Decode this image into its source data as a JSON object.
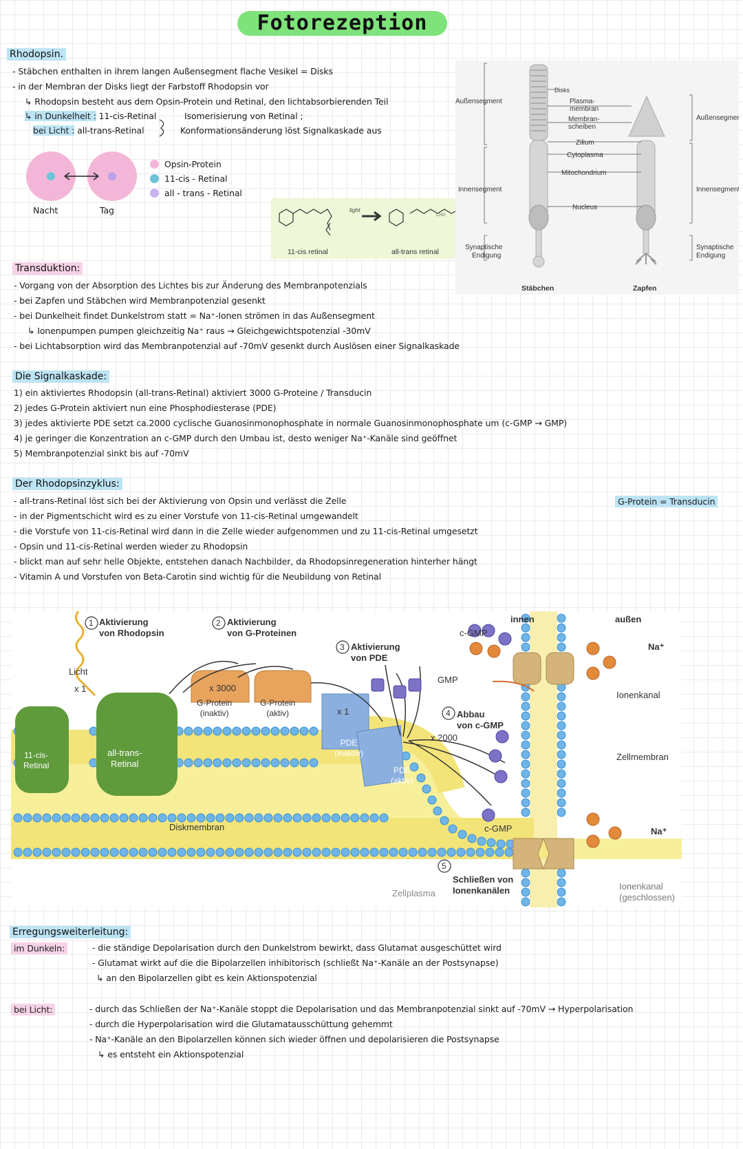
{
  "title": "Fotorezeption",
  "rhodopsin": {
    "heading": "Rhodopsin.",
    "lines": [
      "- Stäbchen enthalten in ihrem langen Außensegment flache Vesikel = Disks",
      "- in der Membran der Disks liegt der Farbstoff Rhodopsin vor",
      "↳ Rhodopsin besteht aus dem Opsin-Protein und Retinal, den lichtabsorbierenden Teil"
    ],
    "dark_label": "↳ in Dunkelheit :",
    "dark_value": "11-cis-Retinal",
    "light_label": "bei Licht :",
    "light_value": "all-trans-Retinal",
    "iso_text": "Isomerisierung von Retinal ;",
    "konf_text": "Konformationsänderung löst Signalkaskade aus",
    "nacht": "Nacht",
    "tag": "Tag",
    "legend": [
      "Opsin-Protein",
      "11-cis - Retinal",
      "all - trans - Retinal"
    ],
    "legend_colors": [
      "#f3b6d8",
      "#6ec3d8",
      "#c9b3ef"
    ]
  },
  "retinal_fig": {
    "light": "light",
    "cis": "11-cis retinal",
    "trans": "all-trans retinal",
    "cho": "CHO"
  },
  "cell_fig": {
    "aussen": "Außensegment",
    "innen": "Innensegment",
    "synaptisch": "Synaptische Endigung",
    "disks": "Disks",
    "plasma": "Plasma-\nmembran",
    "membran": "Membran-\nscheiben",
    "zilium": "Zilium",
    "cytoplasma": "Cytoplasma",
    "mito": "Mitochondrium",
    "nucleus": "Nucleus",
    "staebchen": "Stäbchen",
    "zapfen": "Zapfen"
  },
  "transduktion": {
    "heading": "Transduktion:",
    "lines": [
      "- Vorgang von der Absorption des Lichtes bis zur Änderung des Membranpotenzials",
      "- bei Zapfen und Stäbchen wird Membranpotenzial gesenkt",
      "- bei Dunkelheit findet Dunkelstrom statt = Na⁺-Ionen strömen in das Außensegment",
      "↳ Ionenpumpen pumpen gleichzeitig Na⁺ raus → Gleichgewichtspotenzial -30mV",
      "- bei Lichtabsorption wird das Membranpotenzial auf -70mV gesenkt durch Auslösen einer Signalkaskade"
    ]
  },
  "signalkaskade": {
    "heading": "Die Signalkaskade:",
    "lines": [
      "1) ein aktiviertes Rhodopsin (all-trans-Retinal) aktiviert 3000 G-Proteine / Transducin",
      "2) jedes G-Protein aktiviert nun eine Phosphodiesterase (PDE)",
      "3) jedes aktivierte PDE setzt ca.2000 cyclische Guanosinmonophosphate in normale Guanosinmonophosphate um (c-GMP → GMP)",
      "4) je geringer die Konzentration an c-GMP durch den Umbau ist, desto weniger Na⁺-Kanäle sind geöffnet",
      "5) Membranpotenzial sinkt bis auf -70mV"
    ]
  },
  "zyklus": {
    "heading": "Der Rhodopsinzyklus:",
    "note": "G-Protein = Transducin",
    "lines": [
      "- all-trans-Retinal löst sich bei der Aktivierung von Opsin und verlässt die Zelle",
      "- in der Pigmentschicht wird es zu einer Vorstufe von 11-cis-Retinal umgewandelt",
      "- die Vorstufe von 11-cis-Retinal wird dann in die Zelle wieder aufgenommen und zu 11-cis-Retinal umgesetzt",
      "- Opsin und 11-cis-Retinal werden wieder zu Rhodopsin",
      "- blickt man auf sehr helle Objekte, entstehen danach Nachbilder, da Rhodopsinregeneration hinterher hängt",
      "- Vitamin A und Vorstufen von Beta-Carotin sind wichtig für die Neubildung von Retinal"
    ]
  },
  "diagram": {
    "step1": "Aktivierung\nvon Rhodopsin",
    "step2": "Aktivierung\nvon G-Proteinen",
    "step3": "Aktivierung\nvon PDE",
    "step4": "Abbau\nvon c-GMP",
    "step5": "Schließen von\nIonenkanälen",
    "licht": "Licht",
    "x1": "x 1",
    "x1b": "x 1",
    "x3000": "x 3000",
    "x2000": "x 2000",
    "cis": "11-cis-\nRetinal",
    "trans": "all-trans-\nRetinal",
    "gprot_in": "G-Protein\n(inaktiv)",
    "gprot_ak": "G-Protein\n(aktiv)",
    "pde_in": "PDE\n(inaktiv)",
    "pde_ak": "PDE\n(aktiv)",
    "gmp": "GMP",
    "cgmp1": "c-GMP",
    "cgmp2": "c-GMP",
    "innen": "innen",
    "aussen": "außen",
    "na1": "Na⁺",
    "na2": "Na⁺",
    "ionenkanal": "Ionenkanal",
    "zellmembran": "Zellmembran",
    "diskmembran": "Diskmembran",
    "zellplasma": "Zellplasma",
    "ionenkanal_g": "Ionenkanal\n(geschlossen)"
  },
  "erregung": {
    "heading": "Erregungsweiterleitung:",
    "dunkel_label": "im Dunkeln:",
    "dunkel_lines": [
      "- die ständige Depolarisation durch den Dunkelstrom bewirkt, dass Glutamat ausgeschüttet wird",
      "- Glutamat wirkt auf die die Bipolarzellen inhibitorisch (schließt Na⁺-Kanäle an der Postsynapse)",
      "↳ an den Bipolarzellen gibt es kein Aktionspotenzial"
    ],
    "licht_label": "bei Licht:",
    "licht_lines": [
      "- durch das Schließen der Na⁺-Kanäle stoppt die Depolarisation und das Membranpotenzial sinkt auf -70mV → Hyperpolarisation",
      "- durch die Hyperpolarisation wird die Glutamatausschüttung gehemmt",
      "- Na⁺-Kanäle an den Bipolarzellen können sich wieder öffnen und depolarisieren die Postsynapse",
      "↳ es entsteht ein Aktionspotenzial"
    ]
  }
}
